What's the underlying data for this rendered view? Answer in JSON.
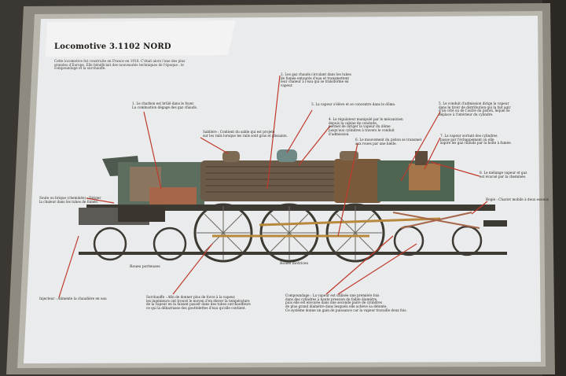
{
  "placard": {
    "title": "Locomotive 3.1102 NORD",
    "intro": "Cette locomotive fut construite en France en 1910. C'était alors l'une des plus grandes d'Europe. Elle bénéficiait des nouveautés techniques de l'époque : le compoundage et la surchauffe."
  },
  "labels": {
    "foyer": "1. Le charbon est brûlé dans le foyer.\nLa combustion dégage des gaz chauds.",
    "gaz": "2. Les gaz chauds circulant dans les tubes\nde fumée entourés d'eau et transmettent\nleur chaleur à l'eau qui se transforme en\nvapeur.",
    "dome": "3. La vapeur s'élève et se concentre dans le dôme.",
    "regulateur": "4. Le régulateur manipulé par le mécanicien\ndepuis la cabine de conduite,\npermet de diriger la vapeur du dôme\njusqu'aux cylindres à travers le conduit\nd'admission.",
    "conduit": "5. Le conduit d'admission dirige la vapeur\ndans le tiroir de distribution qui la fait agir\nd'un côté ou de l'autre du piston, lequel se\ndéplace à l'intérieur du cylindre.",
    "piston": "6. Le mouvement du piston se transmet\naux roues par une bielle.",
    "sortant": "7. La vapeur sortant des cylindres\npasse par l'échappement où elle\naspire les gaz chauds par la boîte à fumée.",
    "melange": "8. Le mélange vapeur et gaz\nest évacué par la cheminée.",
    "sablière": "Sablière : Contient du sable qui est projeté\nsur les rails lorsque les rails sont gras et glissants.",
    "soute": "Soute ou brique (cheminée) : Diriger\nla chaleur dans les tubes de fumée.",
    "bogie": "Bogie : Chariot mobile à deux essieux",
    "roues_porteuses": "Roues porteuses",
    "roues_motrices": "Roues motrices",
    "injecteur": "Injecteur : Alimente la chaudière en eau",
    "surchauffe": "Surchauffe : Afin de donner plus de force à la vapeur,\nles ingénieurs ont trouvé le moyen d'en élever la température\nde la vapeur en la faisant passer dans des tubes surchauffeurs\nce qui la débarrasse des gouttelettes d'eau qu'elle contient.",
    "compoundage": "Compoundage : La vapeur est utilisée une première fois\ndans des cylindres à haute pression de faible diamètre,\npuis elle est envoyée dans une seconde paire de cylindres\nde plus grand diamètre dans lesquels elle achève sa détente.\nCe système donne un gain de puissance car la vapeur travaille deux fois."
  },
  "colors": {
    "wall": "#3b3732",
    "frame": "#8f8a80",
    "placard": "#e9ebec",
    "leader": "#c0392b",
    "boiler": "#6b5a48",
    "body_green": "#4f6552",
    "rods": "#b8893c"
  }
}
